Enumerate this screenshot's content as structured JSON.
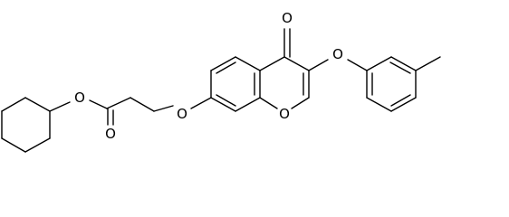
{
  "diagram": {
    "type": "chemical-structure",
    "atom_labels": {
      "ketone_oxygen": "O",
      "ether_oxygen_phenoxy": "O",
      "ether_oxygen_aryloxy": "O",
      "ring_oxygen": "O",
      "ester_single_oxygen": "O",
      "ester_carbonyl_oxygen": "O"
    },
    "colors": {
      "bond": "#000000",
      "label": "#000000",
      "background": "#ffffff"
    }
  }
}
